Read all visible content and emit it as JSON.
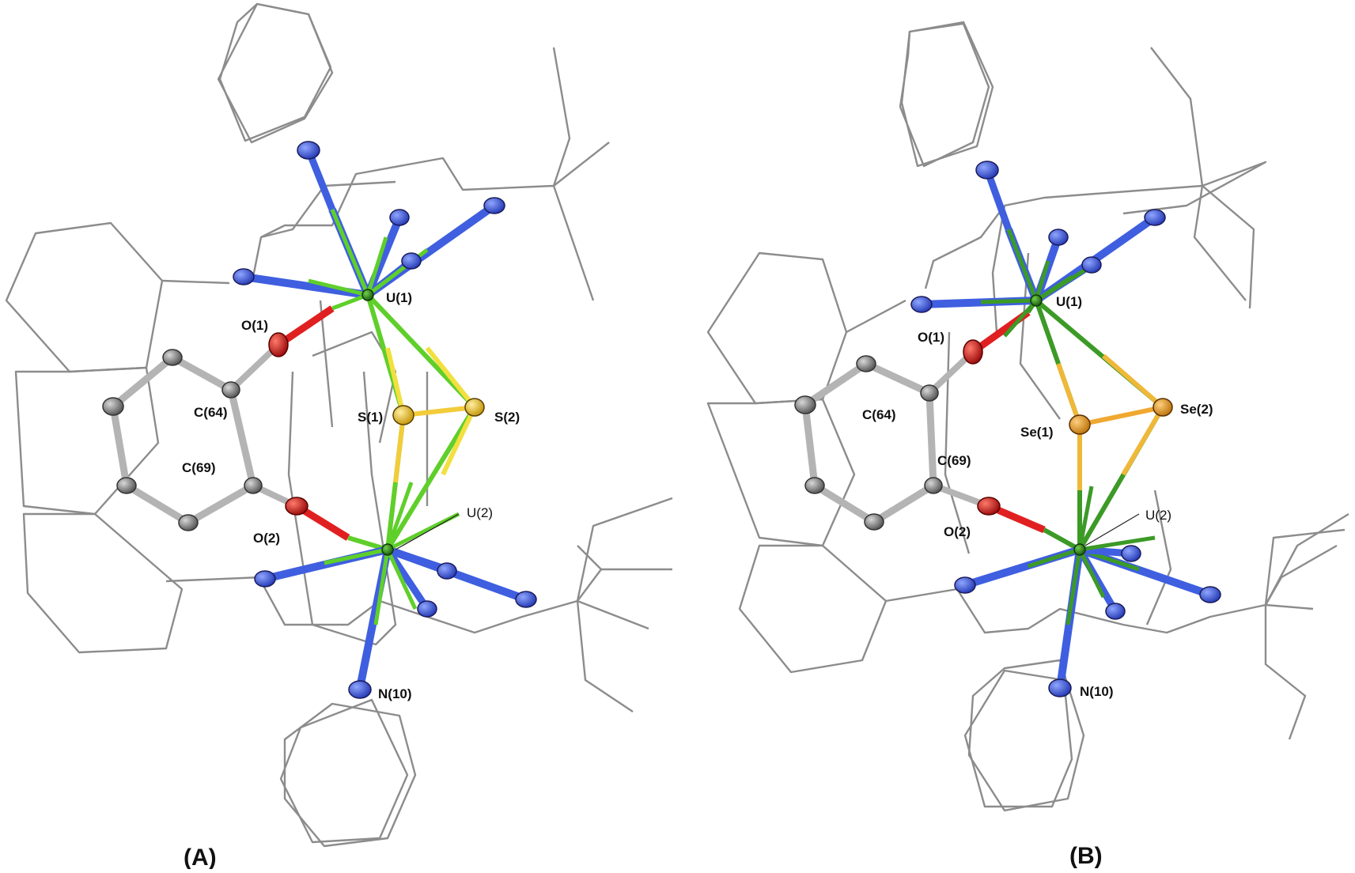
{
  "panels": [
    {
      "id": "A",
      "caption": "(A)",
      "labels": {
        "u1": "U(1)",
        "u2": "U(2)",
        "o1": "O(1)",
        "o2": "O(2)",
        "c64": "C(64)",
        "c69": "C(69)",
        "x1": "S(1)",
        "x2": "S(2)",
        "n10": "N(10)"
      },
      "chalcogen_color": "#f2cc3a"
    },
    {
      "id": "B",
      "caption": "(B)",
      "labels": {
        "u1": "U(1)",
        "u2": "U(2)",
        "o1": "O(1)",
        "o2": "O(2)",
        "c64": "C(64)",
        "c69": "C(69)",
        "x1": "Se(1)",
        "x2": "Se(2)",
        "n10": "N(10)"
      },
      "chalcogen_color": "#f0a830"
    }
  ],
  "colors": {
    "uranium": "#2f8f1f",
    "uranium_bond": "#5fcf2a",
    "nitrogen": "#3f5fe0",
    "oxygen": "#e02020",
    "carbon": "#8f8f8f",
    "framework": "#8c8c8c"
  }
}
